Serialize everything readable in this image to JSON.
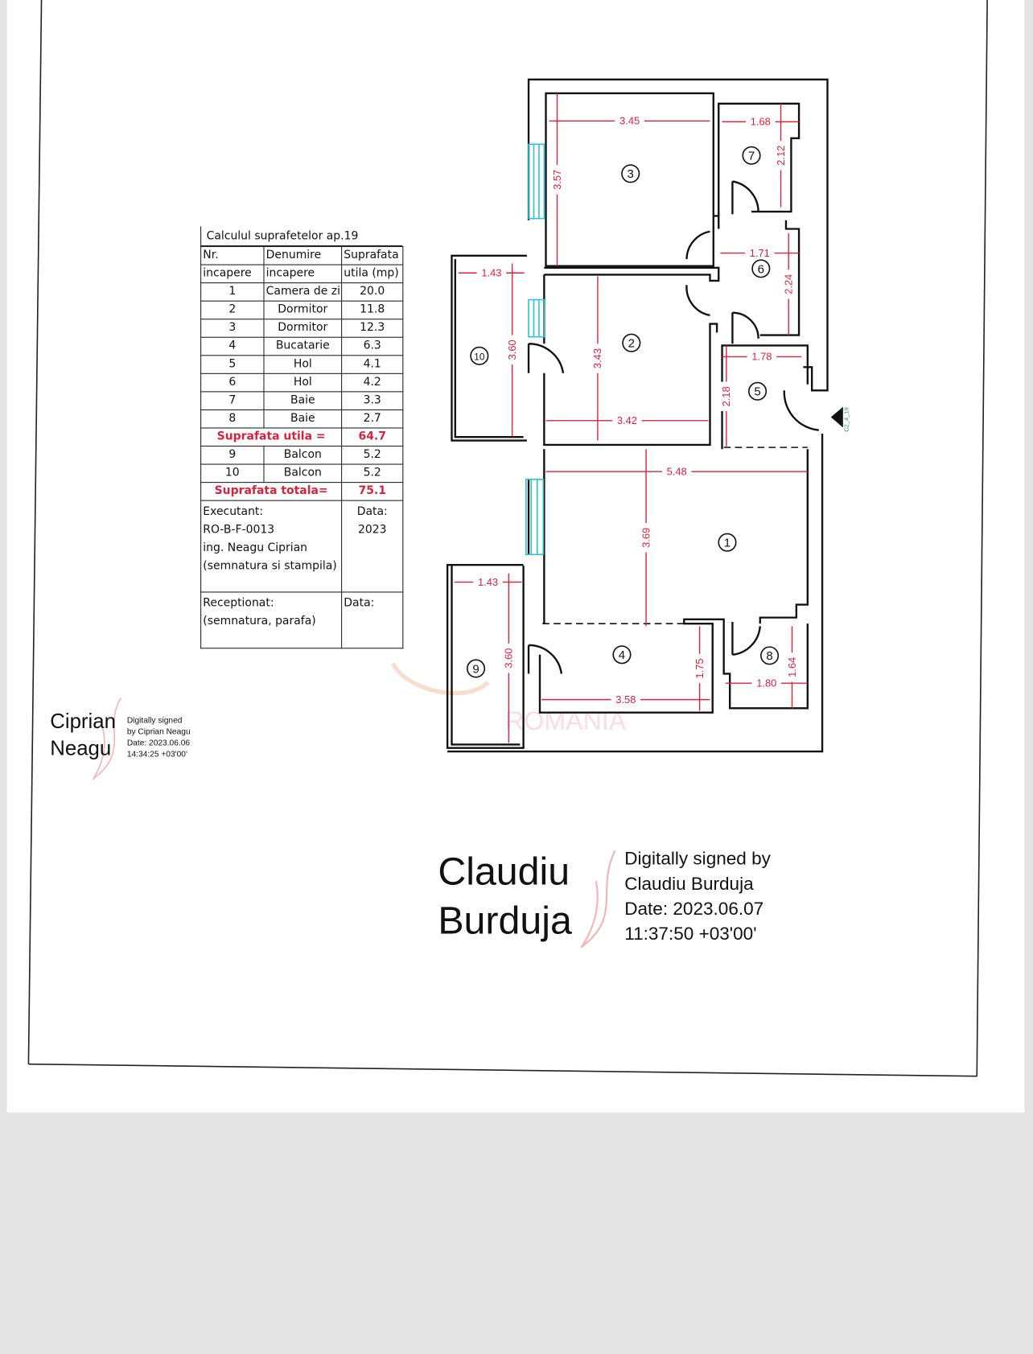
{
  "table": {
    "title": "Calculul suprafetelor ap.19",
    "headers": [
      [
        "Nr.",
        "Denumire",
        "Suprafata"
      ],
      [
        "incapere",
        "incapere",
        "utila (mp)"
      ]
    ],
    "rooms": [
      [
        "1",
        "Camera de zi",
        "20.0"
      ],
      [
        "2",
        "Dormitor",
        "11.8"
      ],
      [
        "3",
        "Dormitor",
        "12.3"
      ],
      [
        "4",
        "Bucatarie",
        "6.3"
      ],
      [
        "5",
        "Hol",
        "4.1"
      ],
      [
        "6",
        "Hol",
        "4.2"
      ],
      [
        "7",
        "Baie",
        "3.3"
      ],
      [
        "8",
        "Baie",
        "2.7"
      ]
    ],
    "useful_label": "Suprafata utila =",
    "useful_value": "64.7",
    "balconies": [
      [
        "9",
        "Balcon",
        "5.2"
      ],
      [
        "10",
        "Balcon",
        "5.2"
      ]
    ],
    "total_label": "Suprafata totala=",
    "total_value": "75.1",
    "executant": {
      "label": "Executant:",
      "code": "RO-B-F-0013",
      "name": "ing. Neagu Ciprian",
      "note": "(semnatura si stampila)",
      "date_label": "Data:",
      "date": "2023"
    },
    "receptionat": {
      "label": "Receptionat:",
      "note": "(semnatura, parafa)",
      "date_label": "Data:"
    }
  },
  "floor_plan": {
    "room_numbers": [
      "3",
      "7",
      "6",
      "2",
      "10",
      "5",
      "1",
      "4",
      "8",
      "9"
    ],
    "dimensions": [
      "3.45",
      "3.57",
      "1.68",
      "2.12",
      "1.71",
      "2.24",
      "1.43",
      "3.60",
      "3.43",
      "3.42",
      "1.78",
      "2.18",
      "5.48",
      "3.69",
      "1.43",
      "3.60",
      "1.75",
      "3.58",
      "1.80",
      "1.64"
    ],
    "entrance_tag": "C2_4_19",
    "watermark": "ROMANIA",
    "colors": {
      "dimension": "#e0213d",
      "window": "#2ec4d8",
      "wall": "#111111"
    }
  },
  "signatures": {
    "ciprian": {
      "name_line1": "Ciprian",
      "name_line2": "Neagu",
      "details": [
        "Digitally signed",
        "by Ciprian Neagu",
        "Date: 2023.06.06",
        "14:34:25 +03'00'"
      ]
    },
    "claudiu": {
      "name_line1": "Claudiu",
      "name_line2": "Burduja",
      "details": [
        "Digitally signed by",
        "Claudiu Burduja",
        "Date: 2023.06.07",
        "11:37:50 +03'00'"
      ]
    }
  }
}
